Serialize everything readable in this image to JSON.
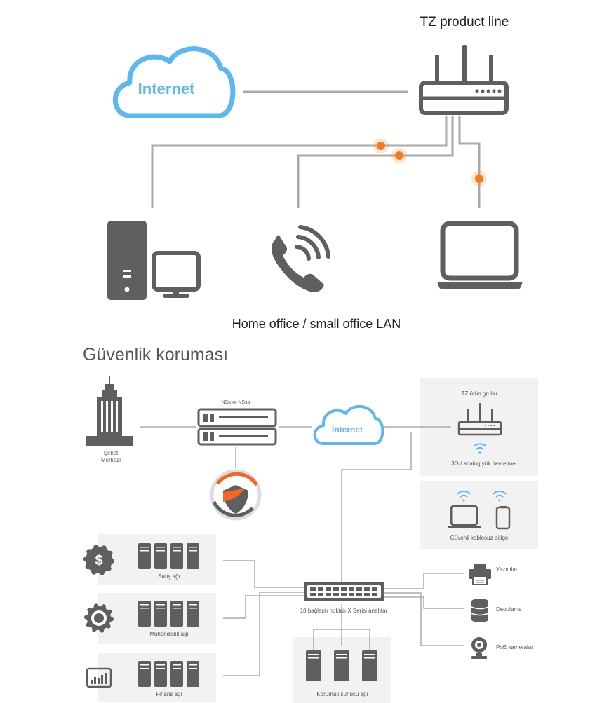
{
  "top": {
    "device_title": "TZ product line",
    "internet_label": "Internet",
    "lan_caption": "Home office / small office LAN"
  },
  "bottom": {
    "section_title": "Güvenlik koruması",
    "hq_label_line1": "Şirket",
    "hq_label_line2": "Merkezi",
    "ns_label": "NSa or NSsp",
    "internet_label": "Internet",
    "tz_group_label": "TZ ürün grubu",
    "wan_label": "3G / analog yük devretme",
    "wireless_zone_label": "Güvenli kablosuz bölge",
    "switch_label": "18 bağlantı noktalı X Serisi anahtar",
    "sales_label": "Satış ağı",
    "engineering_label": "Mühendislik ağı",
    "finance_label": "Finans ağı",
    "protected_server_label": "Korumalı sunucu ağı",
    "printers_label": "Yazıcılar",
    "storage_label": "Depolama",
    "cameras_label": "PoE kameralar"
  },
  "colors": {
    "cloud": "#5bb8f0",
    "device": "#5f5f5f",
    "line": "#aaaaaa",
    "glow": "#f47b20",
    "panel": "#f2f2f2",
    "shield_orange": "#f26522"
  }
}
